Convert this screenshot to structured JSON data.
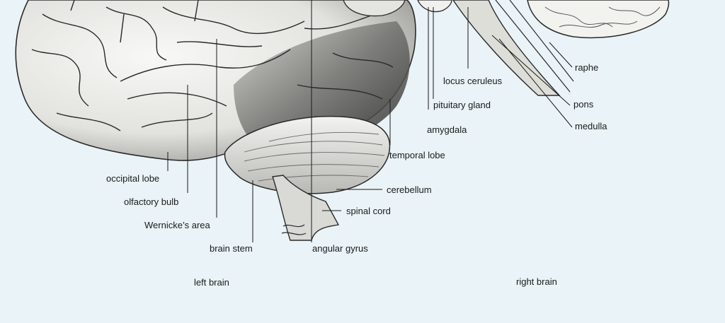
{
  "labels": {
    "raphe": "raphe",
    "locus_ceruleus": "locus ceruleus",
    "pons": "pons",
    "pituitary_gland": "pituitary gland",
    "medulla": "medulla",
    "amygdala": "amygdala",
    "temporal_lobe": "temporal lobe",
    "occipital_lobe": "occipital lobe",
    "cerebellum": "cerebellum",
    "olfactory_bulb": "olfactory bulb",
    "spinal_cord": "spinal cord",
    "wernickes_area": "Wernicke’s area",
    "brain_stem": "brain stem",
    "angular_gyrus": "angular gyrus",
    "left_brain": "left brain",
    "right_brain": "right brain"
  }
}
